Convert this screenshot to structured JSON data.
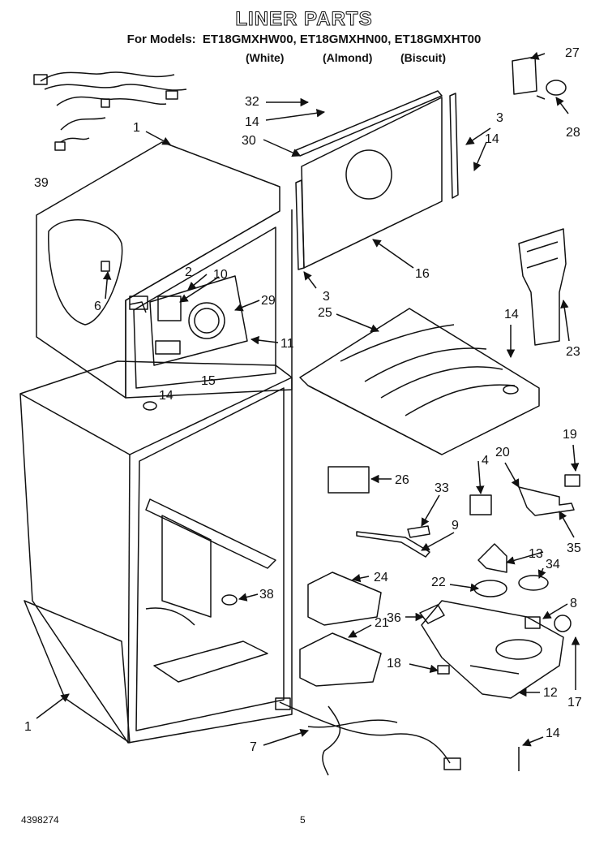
{
  "header": {
    "title": "LINER PARTS",
    "models_prefix": "For Models:",
    "models": [
      "ET18GMXHW00,",
      "ET18GMXHN00,",
      "ET18GMXHT00"
    ],
    "variants": [
      "(White)",
      "(Almond)",
      "(Biscuit)"
    ]
  },
  "callouts": {
    "c27": "27",
    "c28": "28",
    "c3a": "3",
    "c14a": "14",
    "c32": "32",
    "c14b": "14",
    "c30": "30",
    "c1a": "1",
    "c39": "39",
    "c2": "2",
    "c10": "10",
    "c6": "6",
    "c29": "29",
    "c11": "11",
    "c15": "15",
    "c14c": "14",
    "c16": "16",
    "c3b": "3",
    "c25": "25",
    "c14d": "14",
    "c23": "23",
    "c19": "19",
    "c20": "20",
    "c4": "4",
    "c26": "26",
    "c33": "33",
    "c9": "9",
    "c35": "35",
    "c13": "13",
    "c34": "34",
    "c22": "22",
    "c24": "24",
    "c38": "38",
    "c8": "8",
    "c21": "21",
    "c36": "36",
    "c18": "18",
    "c12": "12",
    "c17": "17",
    "c1b": "1",
    "c14e": "14",
    "c7": "7"
  },
  "footer": {
    "doc_number": "4398274",
    "page_number": "5"
  }
}
